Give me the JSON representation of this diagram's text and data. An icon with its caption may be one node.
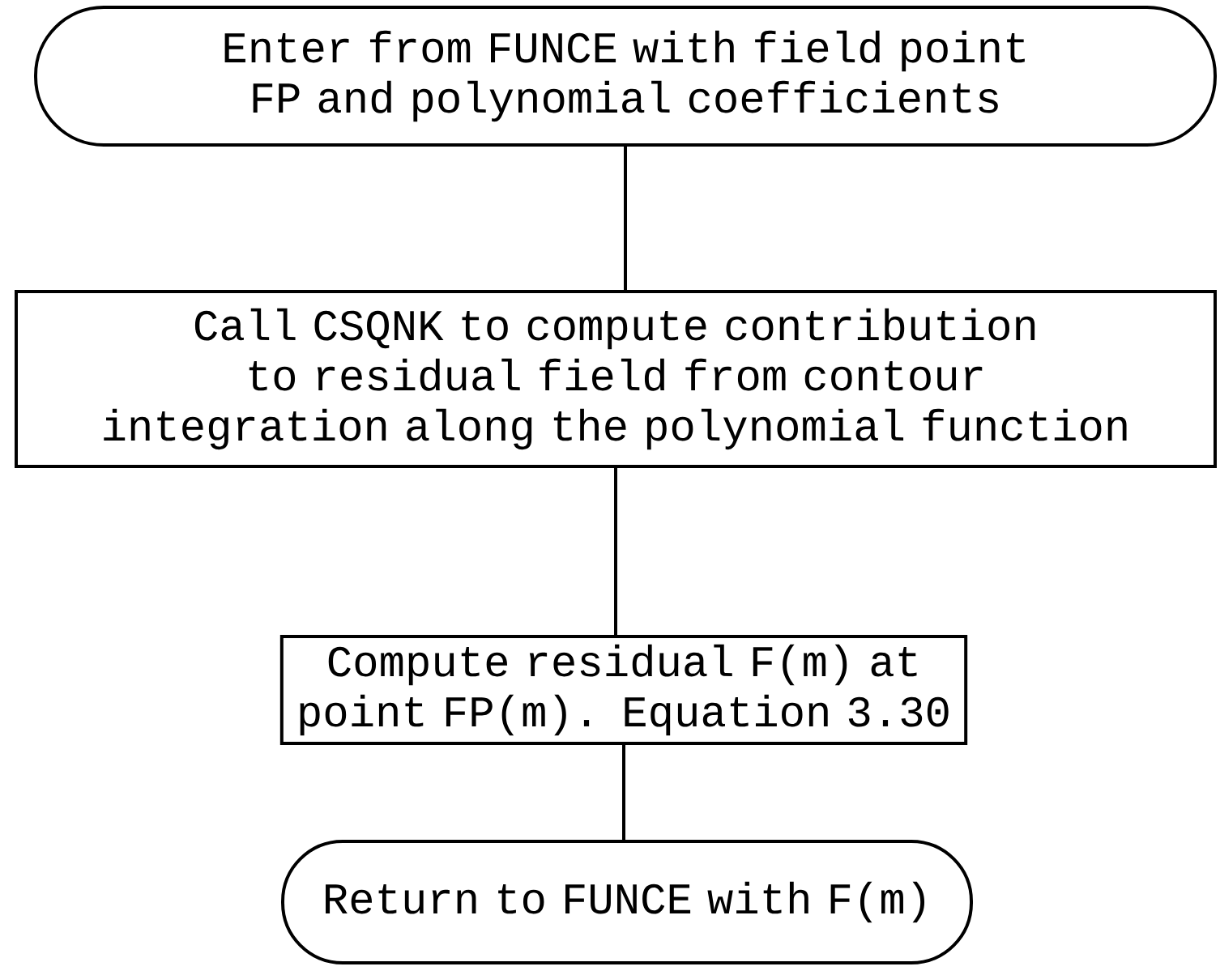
{
  "diagram": {
    "nodes": [
      {
        "text": [
          "Enter from FUNCE with field point FP and polynomial coefficients"
        ]
      },
      {
        "text": [
          "Call CSQNK to compute contribution to residual field from contour integration along the polynomial function"
        ]
      },
      {
        "text": [
          "Compute residual F(m) at point FP(m). Equation 3.30"
        ]
      },
      {
        "text": [
          "Return to FUNCE with F(m)"
        ]
      }
    ],
    "edges": [
      {
        "from": 0,
        "to": 1,
        "arrow": "none"
      },
      {
        "from": 1,
        "to": 2,
        "arrow": "none"
      },
      {
        "from": 2,
        "to": 3,
        "arrow": "none"
      }
    ]
  }
}
